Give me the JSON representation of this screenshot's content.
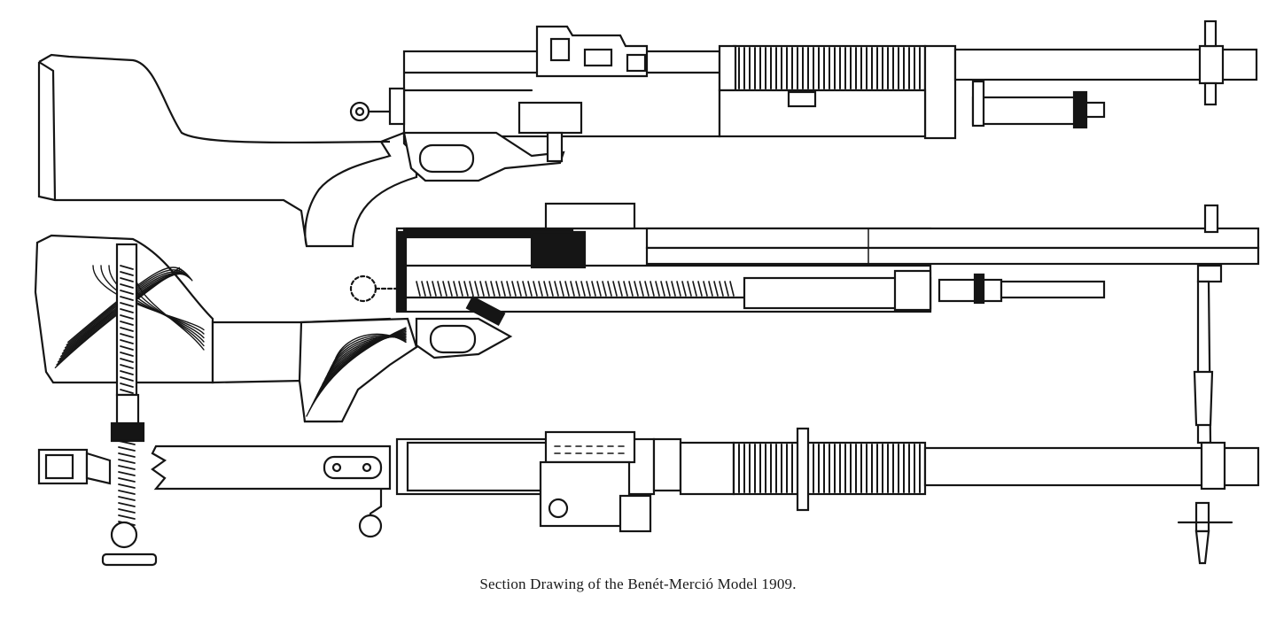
{
  "drawing": {
    "caption": "Section Drawing of the Benét-Merció Model 1909.",
    "views": [
      {
        "id": "top",
        "icon": "machine-gun-side-view-icon"
      },
      {
        "id": "middle",
        "icon": "machine-gun-cross-section-icon"
      },
      {
        "id": "bottom",
        "icon": "machine-gun-top-view-icon"
      }
    ],
    "ink_color": "#151515",
    "paper_color": "#ffffff"
  }
}
